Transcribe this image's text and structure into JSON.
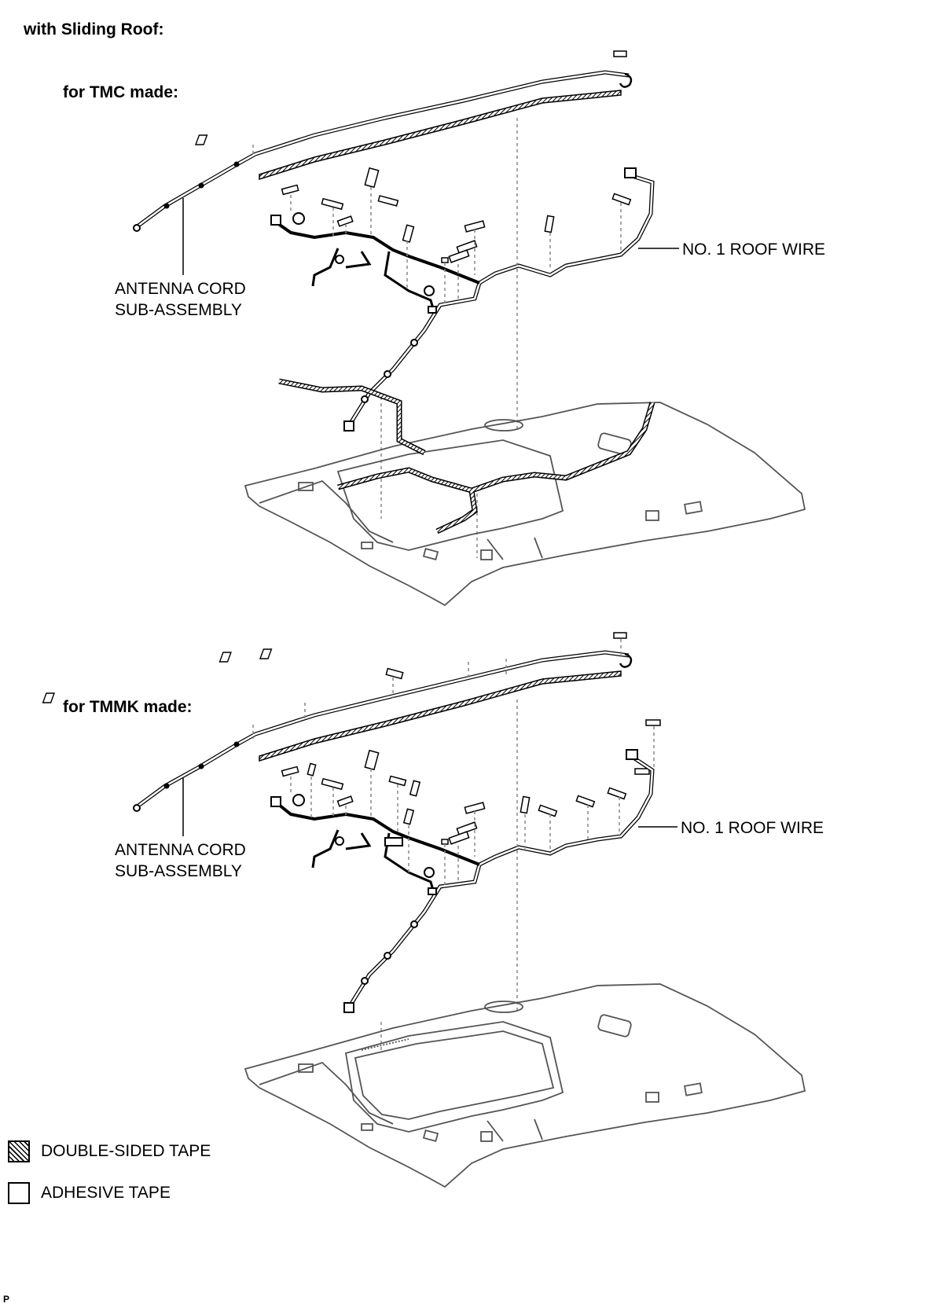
{
  "heading": "with Sliding Roof:",
  "sections": [
    {
      "variant_label": "for TMC made:",
      "roof_wire_label": "NO. 1 ROOF WIRE",
      "antenna_label_line1": "ANTENNA CORD",
      "antenna_label_line2": "SUB-ASSEMBLY"
    },
    {
      "variant_label": "for TMMK made:",
      "roof_wire_label": "NO. 1 ROOF WIRE",
      "antenna_label_line1": "ANTENNA CORD",
      "antenna_label_line2": "SUB-ASSEMBLY"
    }
  ],
  "legend": [
    {
      "label": "DOUBLE-SIDED TAPE",
      "symbol": "hatched-square"
    },
    {
      "label": "ADHESIVE TAPE",
      "symbol": "empty-square"
    }
  ],
  "footer_mark": "P",
  "colors": {
    "line": "#000000",
    "headliner": "#555555",
    "leader": "#888888"
  }
}
